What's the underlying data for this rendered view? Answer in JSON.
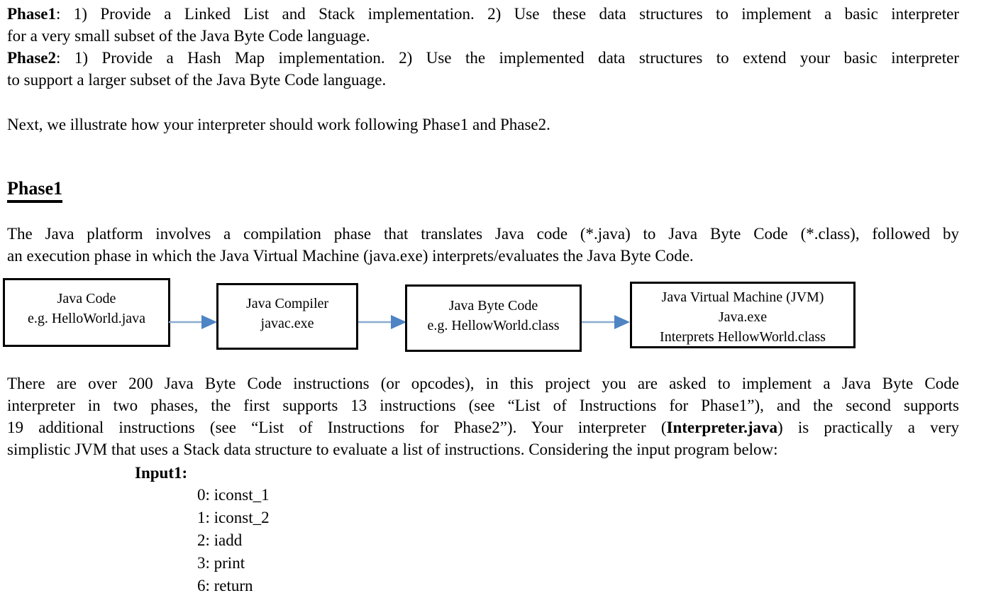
{
  "paragraph1": {
    "lines": [
      {
        "last": false,
        "segs": [
          {
            "t": "Phase1",
            "b": true
          },
          {
            "t": ": 1) Provide a Linked List and Stack implementation. 2) Use these data structures to implement a basic interpreter"
          }
        ]
      },
      {
        "last": true,
        "segs": [
          {
            "t": "for a very small subset of the Java Byte Code language."
          }
        ]
      },
      {
        "last": false,
        "segs": [
          {
            "t": "Phase2",
            "b": true
          },
          {
            "t": ": 1) Provide a Hash Map implementation. 2) Use the implemented data structures to extend your basic interpreter"
          }
        ]
      },
      {
        "last": true,
        "segs": [
          {
            "t": "to support a larger subset of the Java Byte Code language."
          }
        ]
      }
    ]
  },
  "next_line": {
    "lines": [
      {
        "last": true,
        "segs": [
          {
            "t": "Next, we illustrate how your interpreter should work following Phase1 and Phase2."
          }
        ]
      }
    ]
  },
  "heading": {
    "text": "Phase1"
  },
  "paragraph3": {
    "lines": [
      {
        "last": false,
        "segs": [
          {
            "t": "The Java platform involves a compilation phase that translates Java code (*.java) to Java Byte Code (*.class), followed by"
          }
        ]
      },
      {
        "last": true,
        "segs": [
          {
            "t": "an execution phase in which the Java Virtual Machine (java.exe) interprets/evaluates the Java Byte Code."
          }
        ]
      }
    ]
  },
  "diagram": {
    "arrow_head_color": "#4e84c4",
    "arrow_head_stroke": "#3f6fae",
    "arrow_shaft_color": "#8aabd0",
    "boxes": [
      {
        "name": "java-code",
        "lines": [
          "Java Code",
          "e.g. HelloWorld.java"
        ]
      },
      {
        "name": "java-compiler",
        "lines": [
          "Java Compiler",
          "javac.exe"
        ]
      },
      {
        "name": "java-byte-code",
        "lines": [
          "Java Byte Code",
          "e.g. HellowWorld.class"
        ]
      },
      {
        "name": "java-virtual-machine",
        "lines": [
          "Java Virtual Machine (JVM)",
          "Java.exe",
          "Interprets HellowWorld.class"
        ]
      }
    ]
  },
  "paragraph4": {
    "lines": [
      {
        "last": false,
        "segs": [
          {
            "t": "There are over 200 Java Byte Code instructions (or opcodes), in this project you are asked to implement a Java Byte Code"
          }
        ]
      },
      {
        "last": false,
        "segs": [
          {
            "t": "interpreter in two phases, the first supports 13 instructions (see “List of Instructions for Phase1”), and the second supports"
          }
        ]
      },
      {
        "last": false,
        "segs": [
          {
            "t": "19 additional instructions (see “List of Instructions for Phase2”). Your interpreter ("
          },
          {
            "t": "Interpreter.java",
            "b": true
          },
          {
            "t": ") is practically a very"
          }
        ]
      },
      {
        "last": true,
        "segs": [
          {
            "t": "simplistic JVM that uses a Stack data structure to evaluate a list of instructions. Considering the input program below:"
          }
        ]
      }
    ]
  },
  "program": {
    "label": "Input1:",
    "lines": [
      "0: iconst_1",
      "1: iconst_2",
      "2: iadd",
      "3: print",
      "6: return"
    ]
  }
}
